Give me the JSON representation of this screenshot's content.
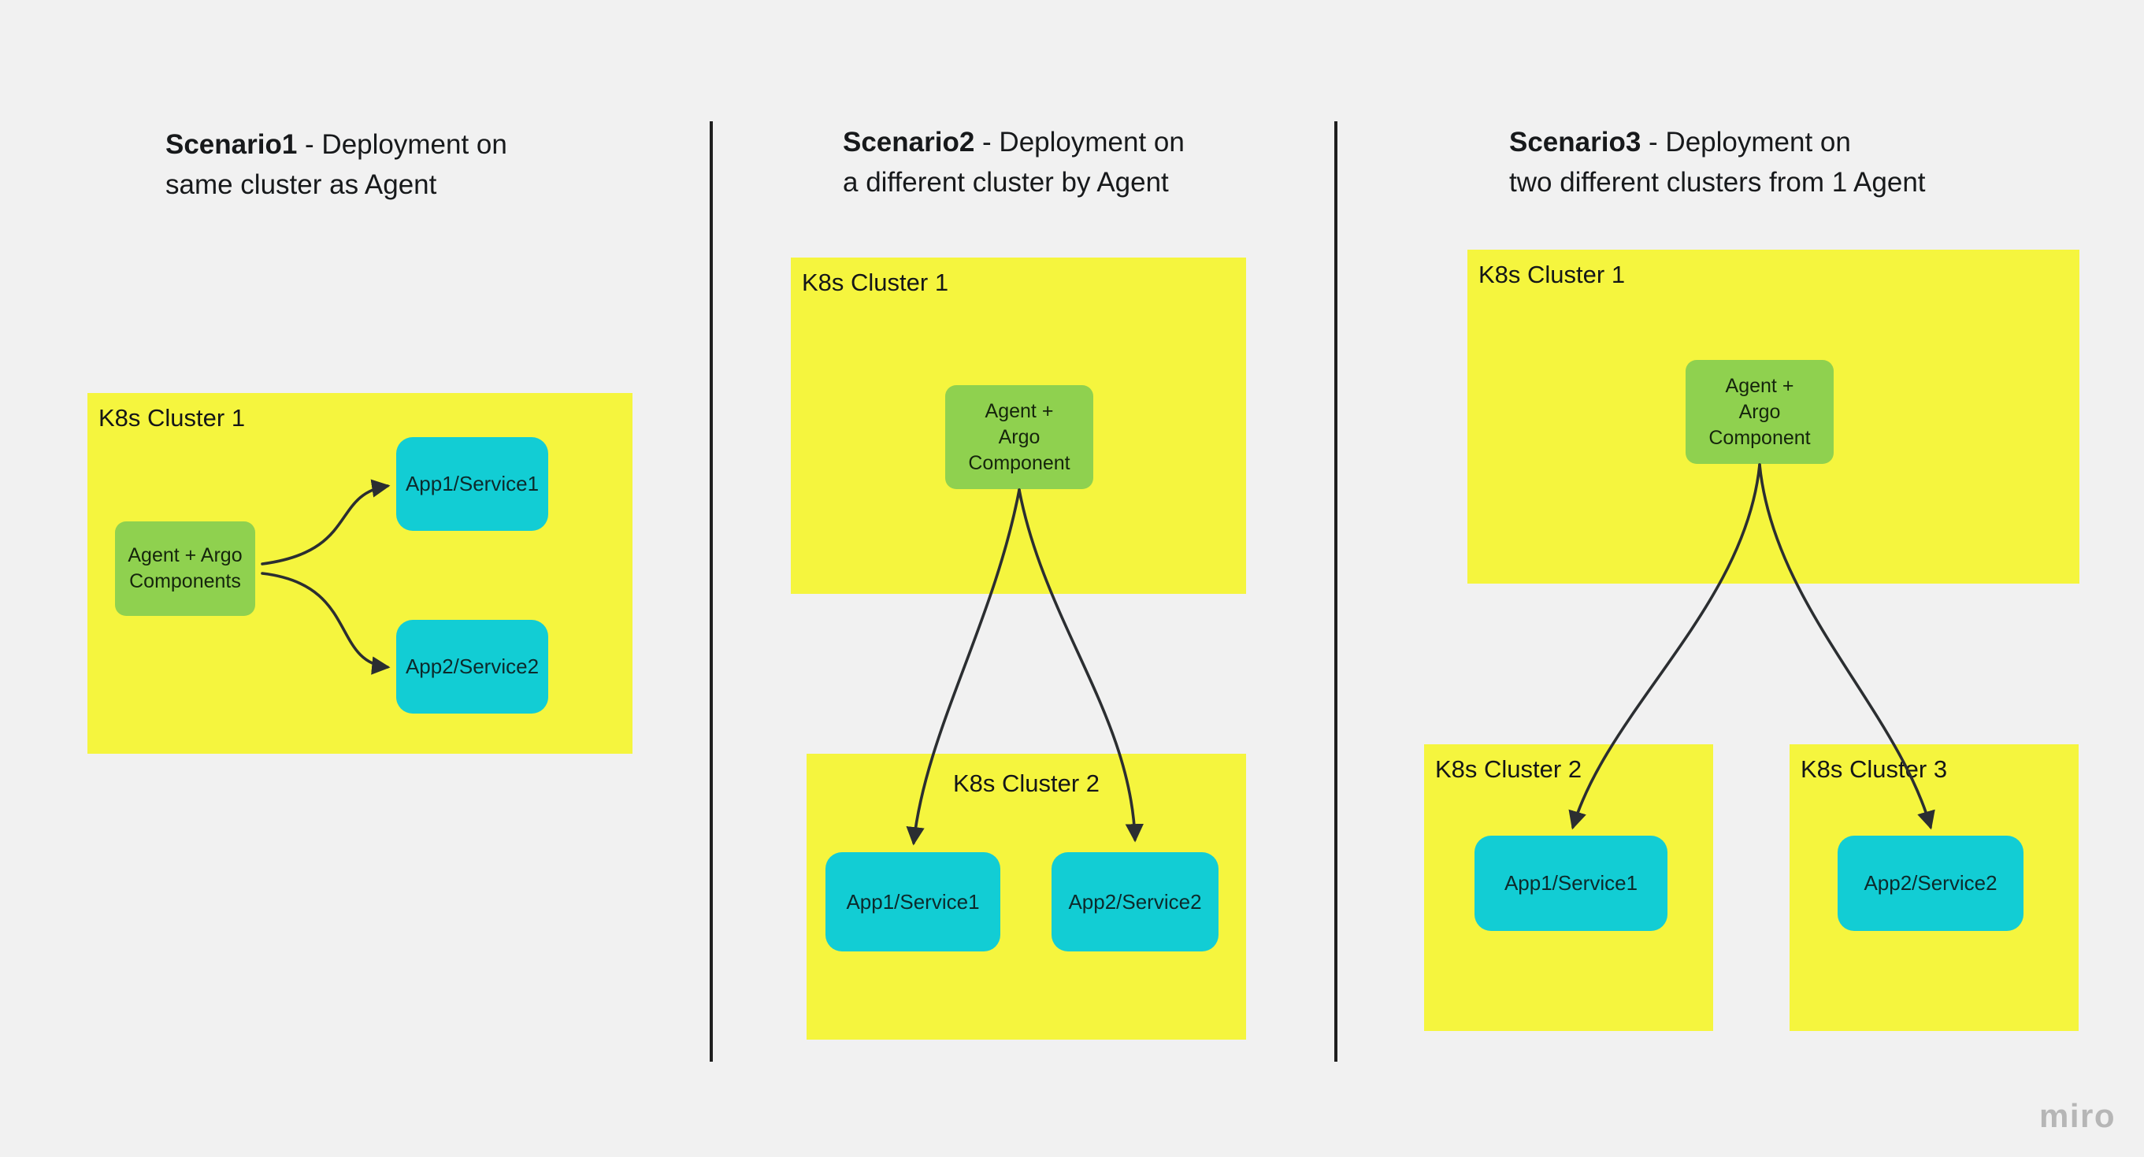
{
  "watermark": "miro",
  "colors": {
    "background": "#f1f1f1",
    "cluster_yellow": "#f5f53e",
    "agent_green": "#8fd14f",
    "app_cyan": "#12cdd4",
    "arrow": "#2b2e31",
    "divider": "#1f1f1f",
    "text": "#17191b"
  },
  "scenarios": [
    {
      "title": {
        "bold": "Scenario1",
        "rest": " - Deployment on\nsame cluster as Agent"
      },
      "clusters": [
        {
          "label": "K8s Cluster 1"
        }
      ],
      "agent": {
        "label": "Agent + Argo\nComponents"
      },
      "apps": [
        {
          "label": "App1/Service1"
        },
        {
          "label": "App2/Service2"
        }
      ]
    },
    {
      "title": {
        "bold": "Scenario2",
        "rest": " - Deployment on\na different cluster by Agent"
      },
      "clusters": [
        {
          "label": "K8s Cluster 1"
        },
        {
          "label": "K8s Cluster 2"
        }
      ],
      "agent": {
        "label": "Agent +\nArgo\nComponent"
      },
      "apps": [
        {
          "label": "App1/Service1"
        },
        {
          "label": "App2/Service2"
        }
      ]
    },
    {
      "title": {
        "bold": "Scenario3",
        "rest": " - Deployment on\ntwo different clusters from 1 Agent"
      },
      "clusters": [
        {
          "label": "K8s Cluster 1"
        },
        {
          "label": "K8s Cluster 2"
        },
        {
          "label": "K8s Cluster 3"
        }
      ],
      "agent": {
        "label": "Agent +\nArgo\nComponent"
      },
      "apps": [
        {
          "label": "App1/Service1"
        },
        {
          "label": "App2/Service2"
        }
      ]
    }
  ]
}
